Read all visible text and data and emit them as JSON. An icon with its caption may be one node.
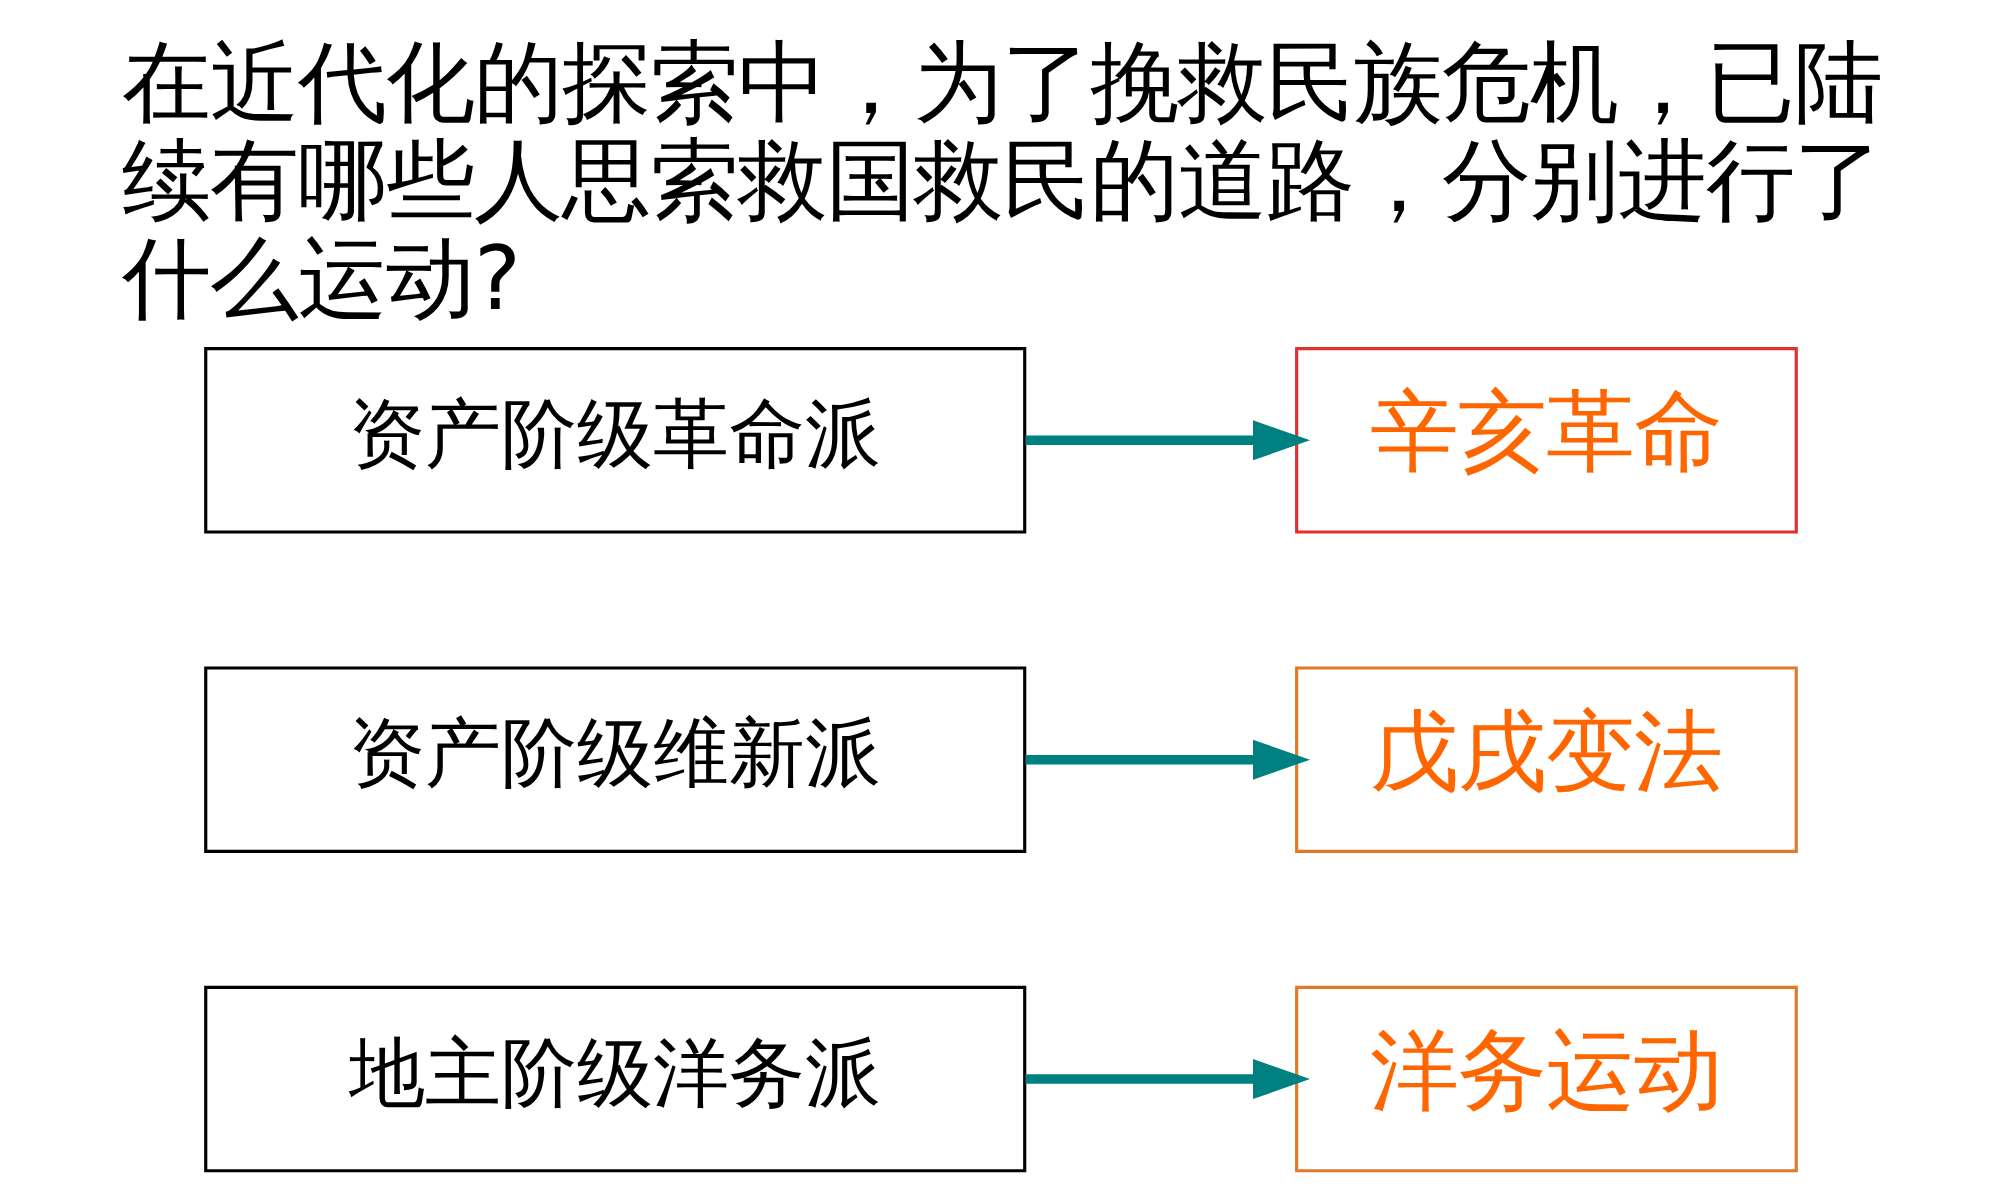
{
  "diagram": {
    "title": "在近代化的探索中，为了挽救民族危机，已陆续有哪些人思索救国救民的道路，分别进行了什么运动?",
    "nodes": [
      {
        "text": [
          "地主阶级洋务派"
        ]
      },
      {
        "text": [
          "洋务运动"
        ]
      },
      {
        "text": [
          "资产阶级维新派"
        ]
      },
      {
        "text": [
          "戊戌变法"
        ]
      },
      {
        "text": [
          "资产阶级革命派"
        ]
      },
      {
        "text": [
          "辛亥革命"
        ]
      }
    ],
    "edges": [
      {
        "from": 0,
        "to": 1,
        "arrow": "to"
      },
      {
        "from": 2,
        "to": 3,
        "arrow": "to"
      },
      {
        "from": 4,
        "to": 5,
        "arrow": "to"
      }
    ]
  }
}
